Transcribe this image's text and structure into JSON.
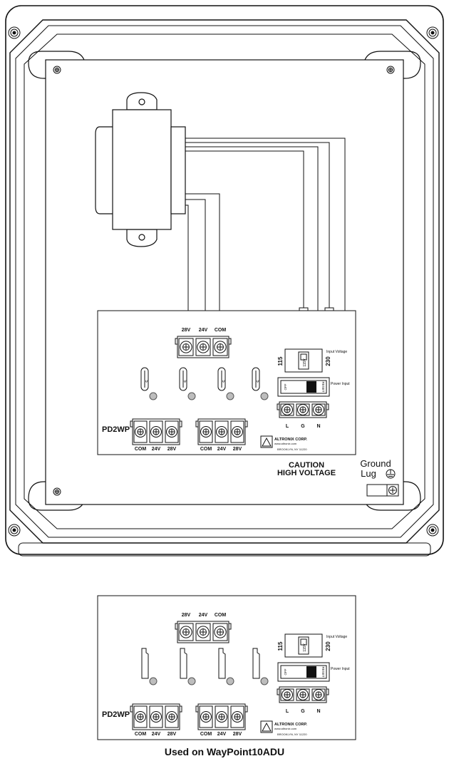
{
  "enclosure_board": {
    "top_labels": [
      "28V",
      "24V",
      "COM"
    ],
    "fuse_labels": [
      "5",
      "5",
      "5",
      "5"
    ],
    "model": "PD2WP",
    "bottom_left_labels": [
      "COM",
      "24V",
      "28V"
    ],
    "bottom_right_labels": [
      "COM",
      "24V",
      "28V"
    ],
    "voltage_switch": {
      "left": "115",
      "right": "230",
      "setting": "115V",
      "title": "Input Voltage"
    },
    "power_switch": {
      "off": "OFF",
      "reset": "RESET",
      "title": "Power Input"
    },
    "lgn_labels": [
      "L",
      "G",
      "N"
    ],
    "company": {
      "name": "ALTRONIX CORP.",
      "url": "www.altronix.com",
      "city": "BROOKLYN, NY 11220"
    }
  },
  "caution": {
    "line1": "CAUTION",
    "line2": "HIGH VOLTAGE"
  },
  "ground": {
    "line1": "Ground",
    "line2": "Lug"
  },
  "detail_board": {
    "top_labels": [
      "28V",
      "24V",
      "COM"
    ],
    "model": "PD2WP",
    "bottom_left_labels": [
      "COM",
      "24V",
      "28V"
    ],
    "bottom_right_labels": [
      "COM",
      "24V",
      "28V"
    ],
    "voltage_switch": {
      "left": "115",
      "right": "230",
      "setting": "115V",
      "title": "Input Voltage"
    },
    "power_switch": {
      "off": "OFF",
      "reset": "RESET",
      "title": "Power Input"
    },
    "lgn_labels": [
      "L",
      "G",
      "N"
    ],
    "company": {
      "name": "ALTRONIX CORP.",
      "url": "www.altronix.com",
      "city": "BROOKLYN, NY 11220"
    }
  },
  "caption": "Used on  WayPoint10ADU"
}
